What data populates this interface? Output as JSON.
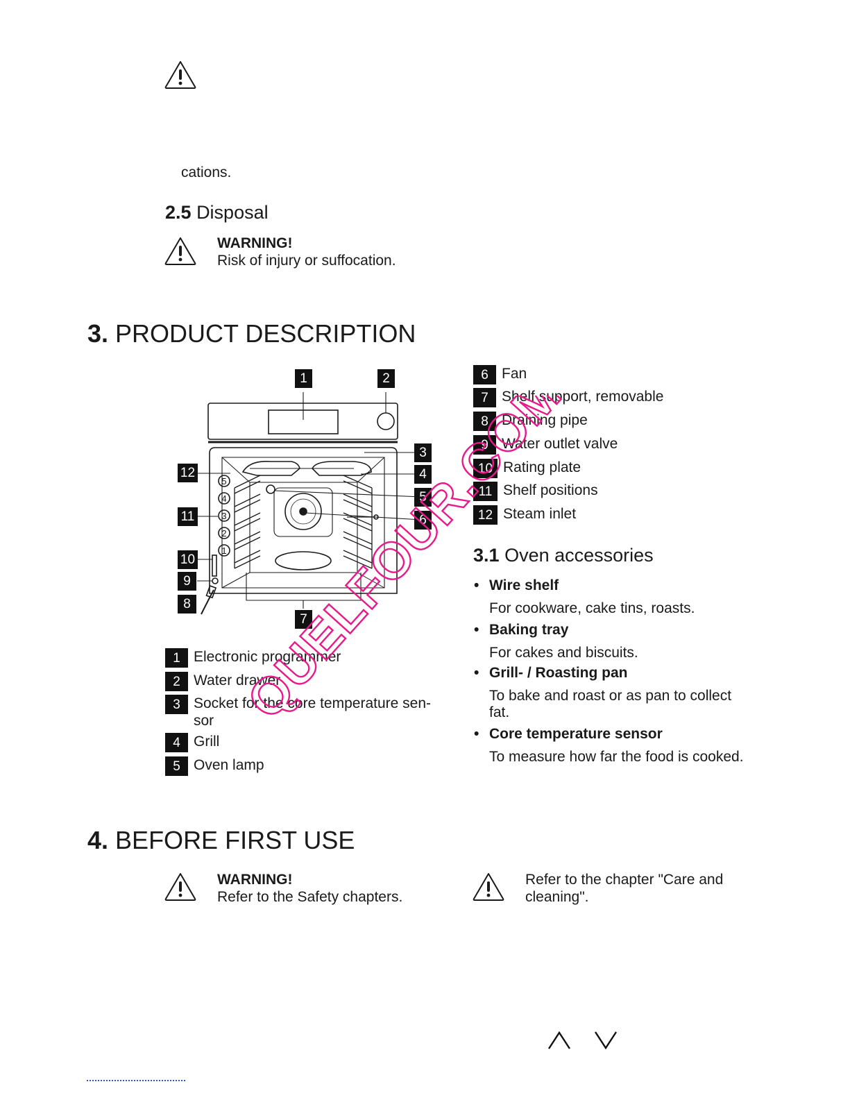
{
  "top": {
    "continuation_text": "cations."
  },
  "section_2_5": {
    "number": "2.5",
    "title": "Disposal",
    "warning_label": "WARNING!",
    "warning_text": "Risk of injury or suffocation."
  },
  "section_3": {
    "number": "3.",
    "title": "PRODUCT DESCRIPTION",
    "diagram_callouts": [
      "1",
      "2",
      "3",
      "4",
      "5",
      "6",
      "7",
      "8",
      "9",
      "10",
      "11",
      "12"
    ],
    "diagram_shelf_numbers": [
      "5",
      "4",
      "3",
      "2",
      "1"
    ],
    "legend_left": [
      {
        "num": "1",
        "label": "Electronic programmer"
      },
      {
        "num": "2",
        "label": "Water drawer"
      },
      {
        "num": "3",
        "label": "Socket for the core temperature sen-",
        "label2": "sor"
      },
      {
        "num": "4",
        "label": "Grill"
      },
      {
        "num": "5",
        "label": "Oven lamp"
      }
    ],
    "legend_right": [
      {
        "num": "6",
        "label": "Fan"
      },
      {
        "num": "7",
        "label": "Shelf support, removable"
      },
      {
        "num": "8",
        "label": "Draining pipe"
      },
      {
        "num": "9",
        "label": "Water outlet valve"
      },
      {
        "num": "10",
        "label": "Rating plate"
      },
      {
        "num": "11",
        "label": "Shelf positions"
      },
      {
        "num": "12",
        "label": "Steam inlet"
      }
    ]
  },
  "section_3_1": {
    "number": "3.1",
    "title": "Oven accessories",
    "items": [
      {
        "name": "Wire shelf",
        "desc": "For cookware, cake tins, roasts."
      },
      {
        "name": "Baking tray",
        "desc": "For cakes and biscuits."
      },
      {
        "name": "Grill- / Roasting pan",
        "desc": "To bake and roast or as pan to collect",
        "desc2": "fat."
      },
      {
        "name": "Core temperature sensor",
        "desc": "To measure how far the food is cooked."
      }
    ]
  },
  "section_4": {
    "number": "4.",
    "title": "BEFORE FIRST USE",
    "warning_label": "WARNING!",
    "warning_text": "Refer to the Safety chapters.",
    "note_line1": "Refer to the chapter \"Care and",
    "note_line2": "cleaning\"."
  },
  "watermark": {
    "text": "QUELFOUR.COM",
    "color": "#e8198b"
  },
  "nav": {
    "up_icon": "chevron-up-icon",
    "down_icon": "chevron-down-icon"
  }
}
